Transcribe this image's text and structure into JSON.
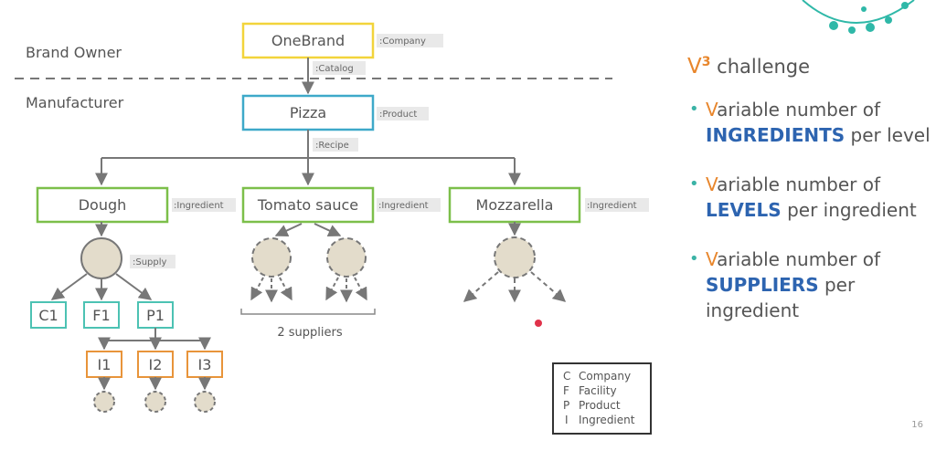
{
  "rows": {
    "brand_owner": "Brand Owner",
    "manufacturer": "Manufacturer"
  },
  "nodes": {
    "onebrand": {
      "label": "OneBrand",
      "tag": ":Company",
      "color": "#f2d43b"
    },
    "catalog_tag": ":Catalog",
    "pizza": {
      "label": "Pizza",
      "tag": ":Product",
      "color": "#3ea9c9"
    },
    "recipe_tag": ":Recipe",
    "dough": {
      "label": "Dough",
      "tag": ":Ingredient",
      "color": "#7cbf4a"
    },
    "tomato": {
      "label": "Tomato sauce",
      "tag": ":Ingredient",
      "color": "#7cbf4a"
    },
    "mozzarella": {
      "label": "Mozzarella",
      "tag": ":Ingredient",
      "color": "#7cbf4a"
    },
    "supply_tag": ":Supply",
    "c1": {
      "label": "C1",
      "color": "#4cc2b3"
    },
    "f1": {
      "label": "F1",
      "color": "#4cc2b3"
    },
    "p1": {
      "label": "P1",
      "color": "#4cc2b3"
    },
    "i1": {
      "label": "I1",
      "color": "#e8943a"
    },
    "i2": {
      "label": "I2",
      "color": "#e8943a"
    },
    "i3": {
      "label": "I3",
      "color": "#e8943a"
    }
  },
  "suppliers_label": "2 suppliers",
  "legend": [
    {
      "key": "C",
      "text": "Company"
    },
    {
      "key": "F",
      "text": "Facility"
    },
    {
      "key": "P",
      "text": "Product"
    },
    {
      "key": "I",
      "text": "Ingredient"
    }
  ],
  "challenge": {
    "v": "V",
    "sup": "3",
    "rest": "challenge",
    "bullets": [
      {
        "first": "V",
        "before": "ariable number of",
        "keyword": "INGREDIENTS",
        "after": "per level"
      },
      {
        "first": "V",
        "before": "ariable number of",
        "keyword": "LEVELS",
        "after": "per ingredient"
      },
      {
        "first": "V",
        "before": "ariable number of",
        "keyword": "SUPPLIERS",
        "after": "per ingredient"
      }
    ]
  },
  "colors": {
    "accent_orange": "#e8862c",
    "keyword_blue": "#2d64b0",
    "bullet_teal": "#3bb3a6",
    "supply_fill": "#e3dccb",
    "connector": "#777777"
  },
  "page_number": "16"
}
